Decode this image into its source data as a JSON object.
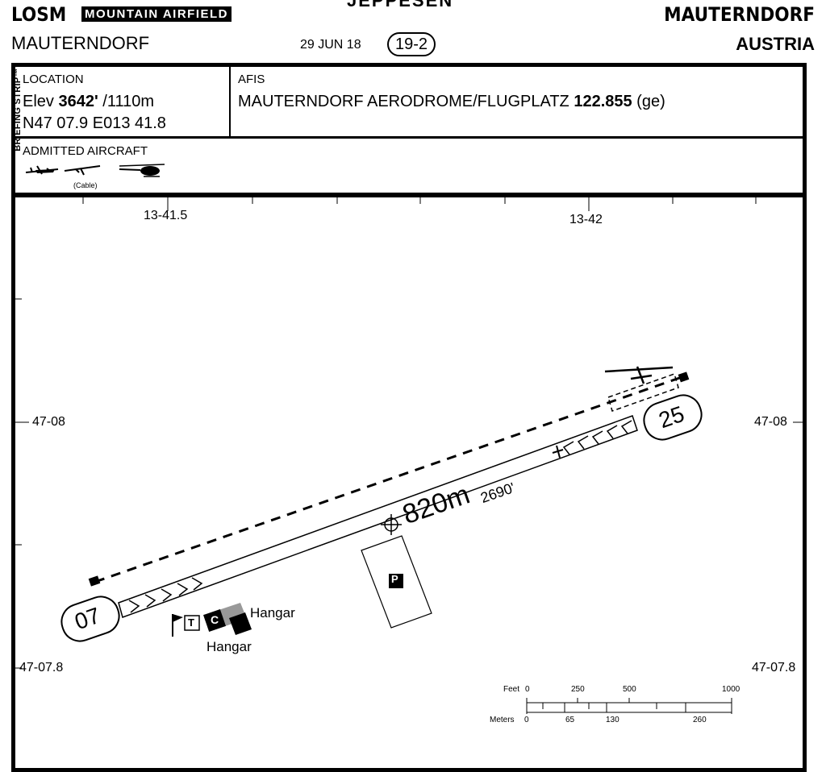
{
  "header": {
    "icao": "LOSM",
    "badge": "MOUNTAIN AIRFIELD",
    "publisher": "JEPPESEN",
    "city": "MAUTERNDORF",
    "city_left": "MAUTERNDORF",
    "date": "29 JUN 18",
    "page": "19-2",
    "country": "AUSTRIA",
    "sidebar": "BRIEFING STRIP™"
  },
  "info": {
    "location_label": "LOCATION",
    "elev_prefix": "Elev ",
    "elev_ft": "3642'",
    "elev_m": " /1110m",
    "coords": "N47 07.9 E013 41.8",
    "afis_label": "AFIS",
    "afis_name": "MAUTERNDORF AERODROME/FLUGPLATZ ",
    "afis_freq": "122.855",
    "afis_lang": " (ge)",
    "admitted_label": "ADMITTED AIRCRAFT",
    "cable_note": "(Cable)",
    "aircraft_icons": [
      "airplane-icon",
      "glider-icon",
      "helicopter-icon"
    ]
  },
  "map": {
    "lon_labels": [
      "13-41.5",
      "13-42"
    ],
    "lat_labels": [
      "47-08",
      "47-07.8"
    ],
    "rwy_west": "07",
    "rwy_east": "25",
    "length_m": "820m",
    "length_ft": "2690'",
    "hangar": "Hangar",
    "parking_letter": "P",
    "customs_letter": "C",
    "tower_letter": "T"
  },
  "scale": {
    "feet_label": "Feet",
    "feet_ticks": [
      "0",
      "250",
      "500",
      "1000"
    ],
    "meters_label": "Meters",
    "meters_ticks": [
      "0",
      "65",
      "130",
      "260"
    ]
  }
}
